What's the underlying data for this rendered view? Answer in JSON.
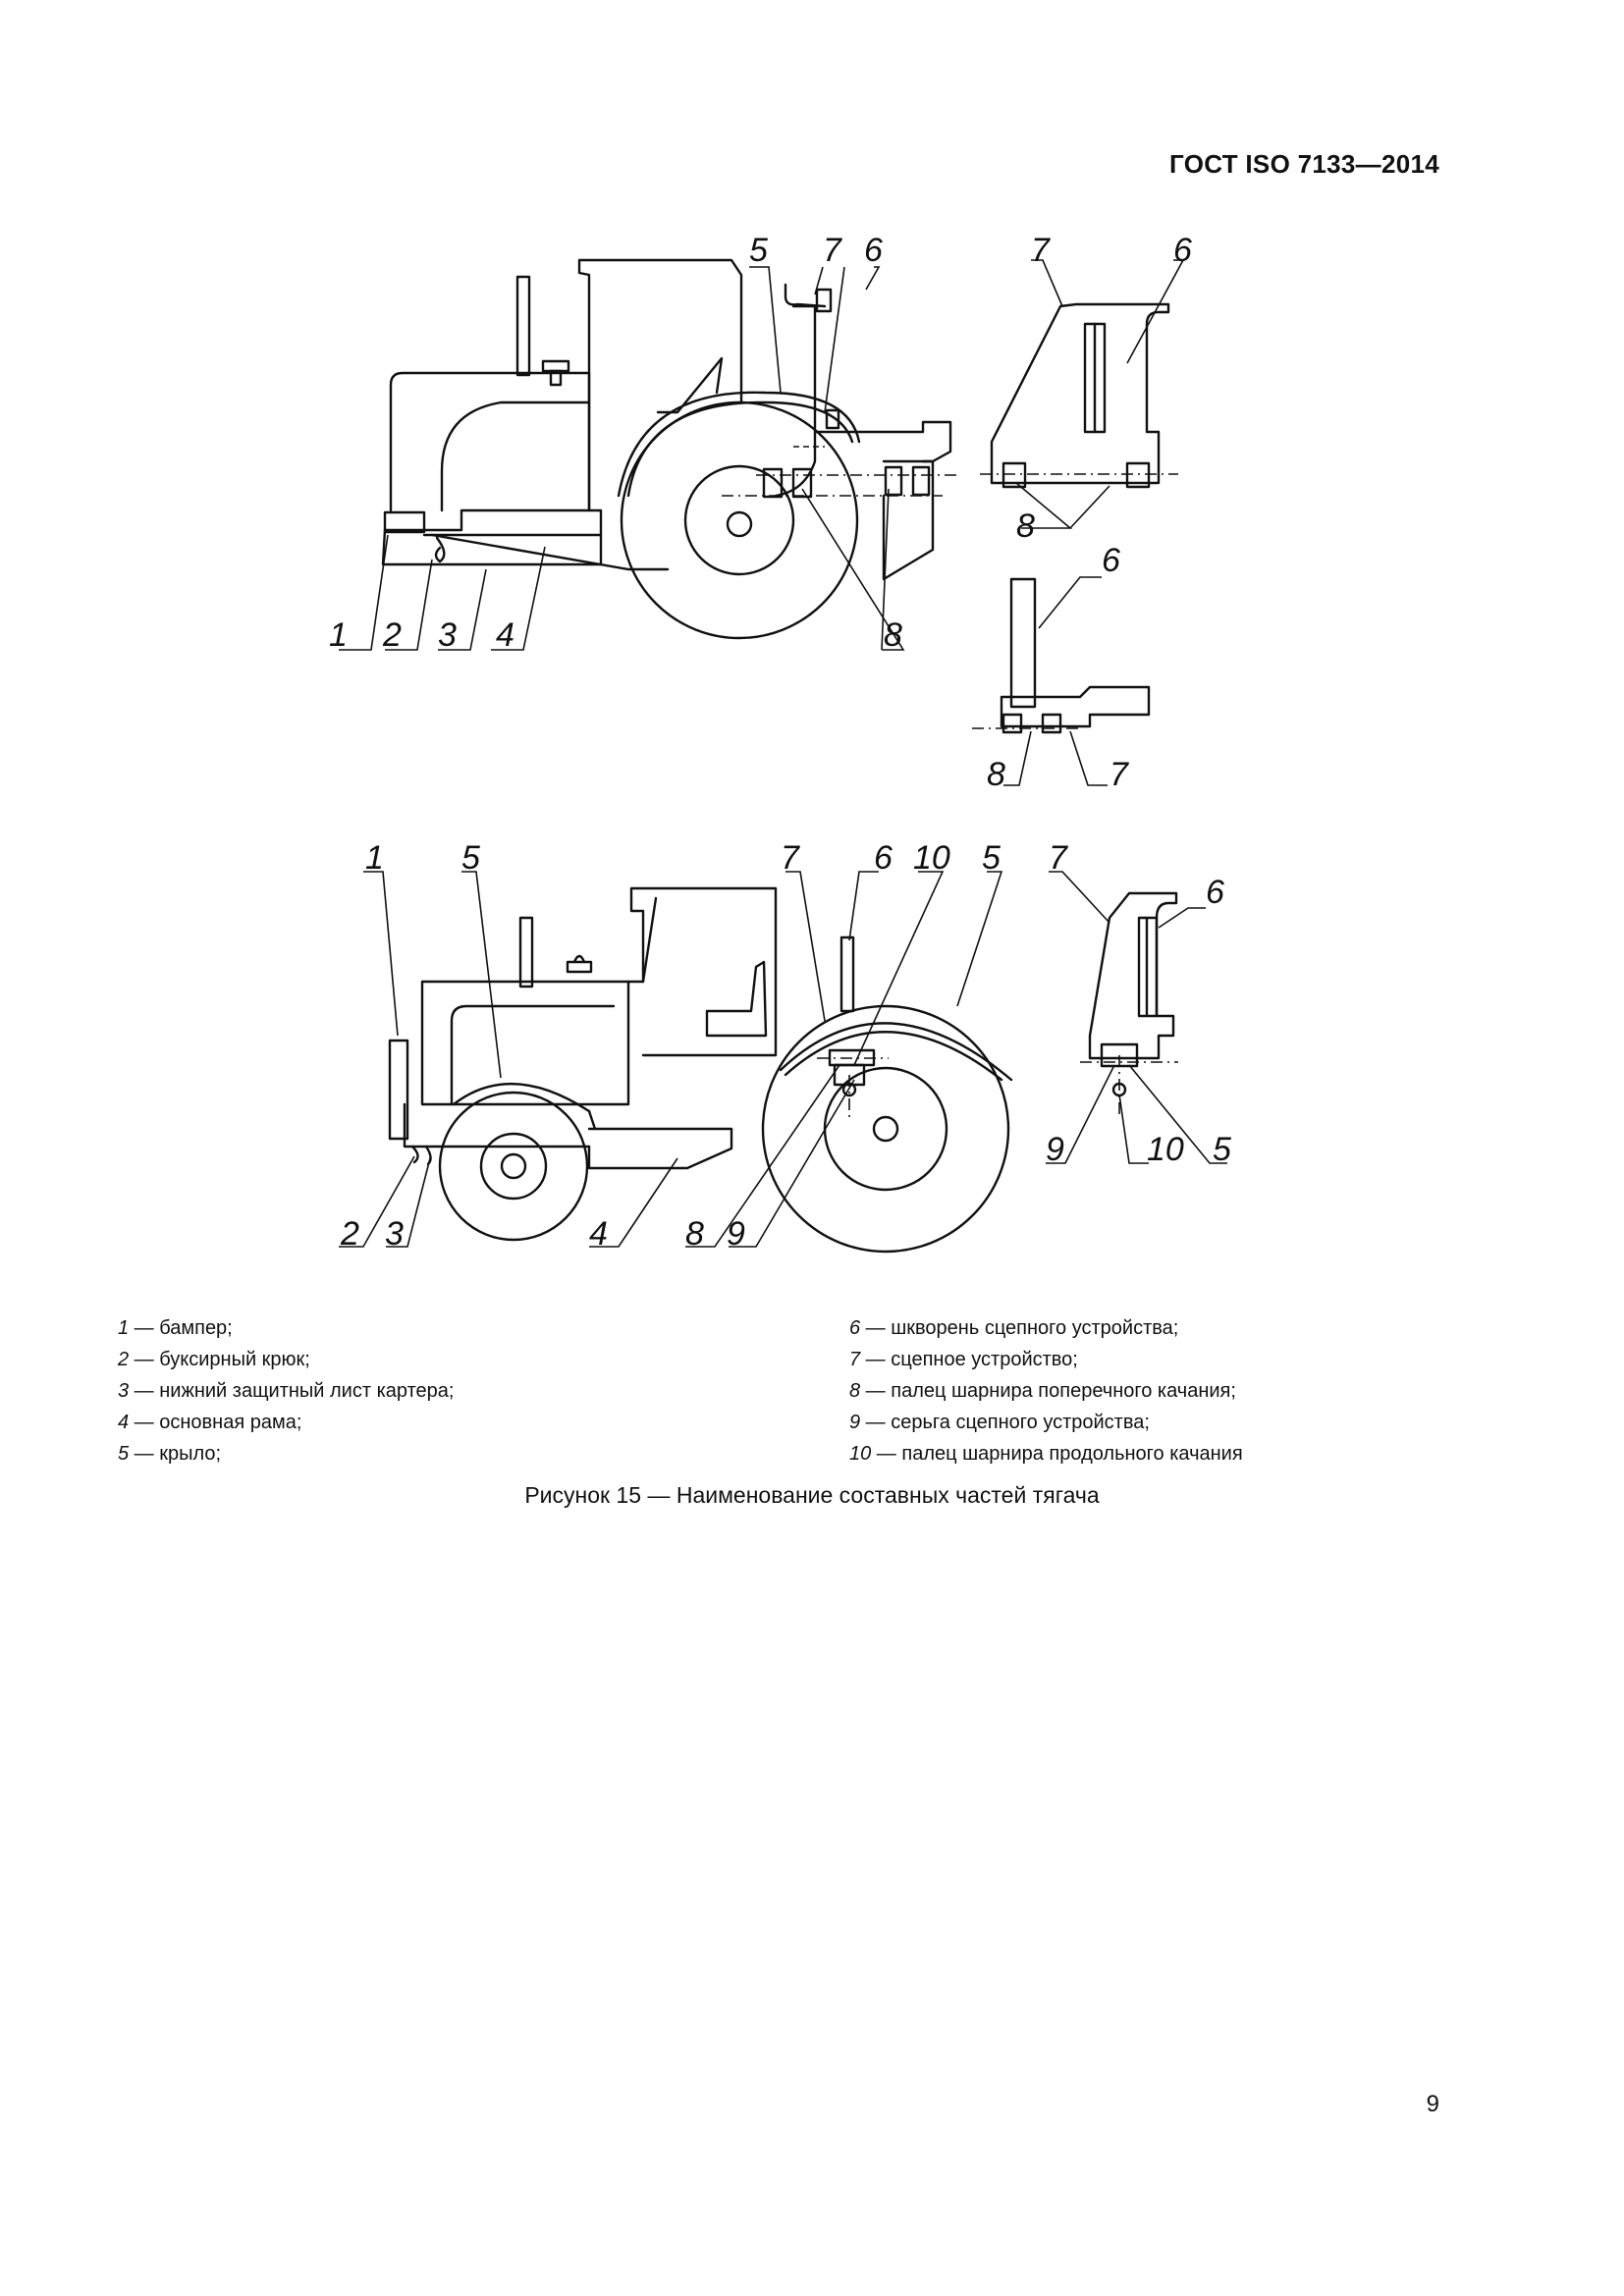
{
  "header": {
    "standard": "ГОСТ ISO 7133—2014"
  },
  "figure": {
    "callouts_top": [
      "1",
      "2",
      "3",
      "4",
      "5",
      "7",
      "6",
      "8"
    ],
    "callouts_detail_a": [
      "7",
      "6",
      "8"
    ],
    "callouts_detail_b": [
      "6",
      "8",
      "7"
    ],
    "callouts_bottom": [
      "1",
      "5",
      "7",
      "6",
      "10",
      "5",
      "2",
      "3",
      "4",
      "8",
      "9"
    ],
    "callouts_detail_c": [
      "7",
      "6",
      "9",
      "10",
      "5"
    ]
  },
  "legend": {
    "left": [
      {
        "num": "1",
        "text": " — бампер;"
      },
      {
        "num": "2",
        "text": " — буксирный крюк;"
      },
      {
        "num": "3",
        "text": " — нижний защитный лист картера;"
      },
      {
        "num": "4",
        "text": " — основная рама;"
      },
      {
        "num": "5",
        "text": " — крыло;"
      }
    ],
    "right": [
      {
        "num": "6",
        "text": " — шкворень сцепного устройства;"
      },
      {
        "num": "7",
        "text": " — сцепное устройство;"
      },
      {
        "num": "8",
        "text": " — палец шарнира поперечного качания;"
      },
      {
        "num": "9",
        "text": " — серьга сцепного устройства;"
      },
      {
        "num": "10",
        "text": " — палец шарнира продольного качания"
      }
    ]
  },
  "caption": "Рисунок 15 — Наименование составных частей тягача",
  "page_number": "9"
}
